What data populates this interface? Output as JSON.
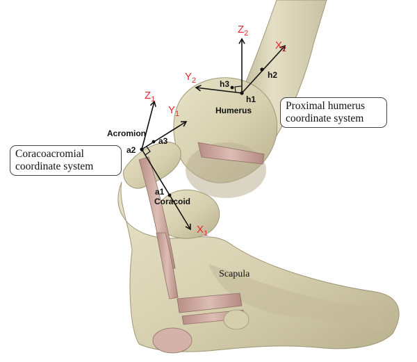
{
  "labels": {
    "z2_letter": "Z",
    "z2_sub": "2",
    "x2_letter": "X",
    "x2_sub": "2",
    "y2_letter": "Y",
    "y2_sub": "2",
    "z1_letter": "Z",
    "z1_sub": "1",
    "y1_letter": "Y",
    "y1_sub": "1",
    "x1_letter": "X",
    "x1_sub": "1",
    "h1": "h1",
    "h2": "h2",
    "h3": "h3",
    "a1": "a1",
    "a2": "a2",
    "a3": "a3",
    "humerus": "Humerus",
    "acromion": "Acromion",
    "coracoid": "Coracoid",
    "scapula": "Scapula"
  },
  "callouts": {
    "coracoacromial_line1": "Coracoacromial",
    "coracoacromial_line2": "coordinate system",
    "humerus_line1": "Proximal humerus",
    "humerus_line2": "coordinate system"
  },
  "colors": {
    "axis_label": "#e8262a",
    "bone": "#d8d2b4",
    "bone_shadow": "#a9a182",
    "muscle": "#c9a49b",
    "ink": "#111111"
  }
}
